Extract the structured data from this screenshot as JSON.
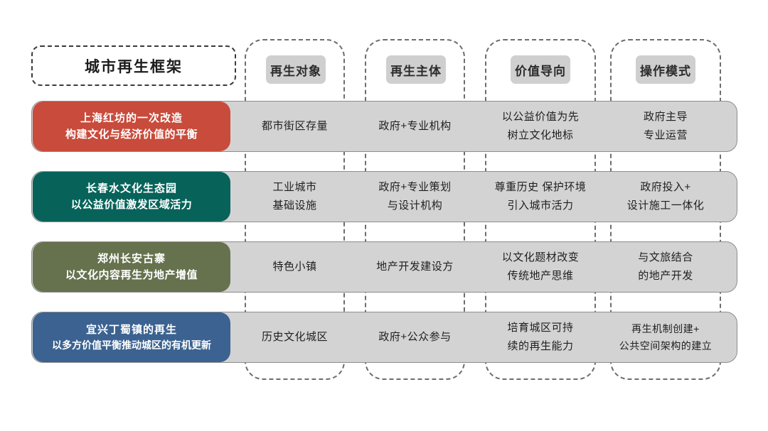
{
  "title": "城市再生框架",
  "columns": [
    {
      "label": "再生对象"
    },
    {
      "label": "再生主体"
    },
    {
      "label": "价值导向"
    },
    {
      "label": "操作模式"
    }
  ],
  "colors": {
    "row1": "#C84B3B",
    "row2": "#07635A",
    "row3": "#66724E",
    "row4": "#3B6290",
    "band": "#D3D3D3",
    "band_border": "#8D8D8D",
    "chip": "#CFCFCF",
    "dash": "#6D6D6D",
    "page": "#FFFFFF"
  },
  "rows": [
    {
      "case_line1": "上海红坊的一次改造",
      "case_line2": "构建文化与经济价值的平衡",
      "color": "#C84B3B",
      "cells": [
        {
          "line1": "都市街区存量",
          "line2": ""
        },
        {
          "line1": "政府+专业机构",
          "line2": ""
        },
        {
          "line1": "以公益价值为先",
          "line2": "树立文化地标"
        },
        {
          "line1": "政府主导",
          "line2": "专业运营"
        }
      ]
    },
    {
      "case_line1": "长春水文化生态园",
      "case_line2": "以公益价值激发区域活力",
      "color": "#07635A",
      "cells": [
        {
          "line1": "工业城市",
          "line2": "基础设施"
        },
        {
          "line1": "政府+专业策划",
          "line2": "与设计机构"
        },
        {
          "line1": "尊重历史 保护环境",
          "line2": "引入城市活力"
        },
        {
          "line1": "政府投入+",
          "line2": "设计施工一体化"
        }
      ]
    },
    {
      "case_line1": "郑州长安古寨",
      "case_line2": "以文化内容再生为地产增值",
      "color": "#66724E",
      "cells": [
        {
          "line1": "特色小镇",
          "line2": ""
        },
        {
          "line1": "地产开发建设方",
          "line2": ""
        },
        {
          "line1": "以文化题材改变",
          "line2": "传统地产思维"
        },
        {
          "line1": "与文旅结合",
          "line2": "的地产开发"
        }
      ]
    },
    {
      "case_line1": "宜兴丁蜀镇的再生",
      "case_line2": "以多方价值平衡推动城区的有机更新",
      "color": "#3B6290",
      "cells": [
        {
          "line1": "历史文化城区",
          "line2": ""
        },
        {
          "line1": "政府+公众参与",
          "line2": ""
        },
        {
          "line1": "培育城区可持",
          "line2": "续的再生能力"
        },
        {
          "line1": "再生机制创建+",
          "line2": "公共空间架构的建立"
        }
      ]
    }
  ]
}
